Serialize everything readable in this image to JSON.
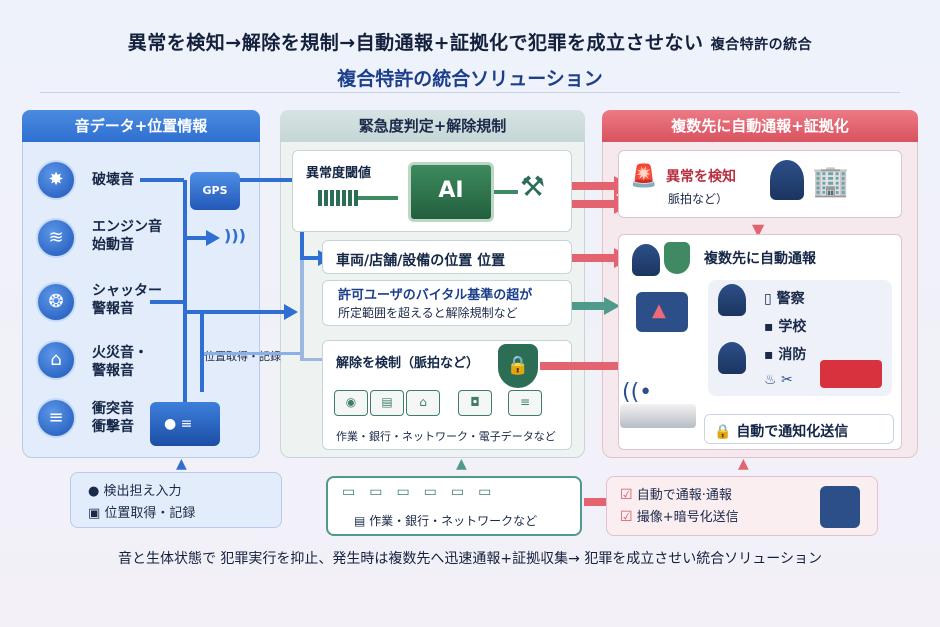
{
  "title_main": "異常を検知→解除を規制→自動通報+証拠化で犯罪を成立させない",
  "title_suffix": "複合特許の統合",
  "subtitle": "複合特許の統合ソリューション",
  "left": {
    "header": "音データ+位置情報",
    "items": [
      {
        "label": "破壊音",
        "icon": "burst-icon"
      },
      {
        "label": "エンジン音\n始動音",
        "icon": "engine-icon"
      },
      {
        "label": "シャッター\n警報音",
        "icon": "shutter-icon"
      },
      {
        "label": "火災音・\n警報音",
        "icon": "fire-alarm-icon"
      },
      {
        "label": "衝突音\n衝撃音",
        "icon": "collision-icon"
      }
    ],
    "gps_label": "GPS",
    "track_label": "位置取得・記録"
  },
  "mid": {
    "header": "緊急度判定+解除規制",
    "threshold_label": "異常度閾値",
    "ai_label": "AI",
    "location_label": "車両/店舗/設備の位置 位置",
    "vital_line1": "許可ユーザのバイタル基準の超が",
    "vital_line2": "所定範囲を超えると解除規制など",
    "release_label": "解除を検制（脈拍など）",
    "targets_label": "作業・銀行・ネットワーク・電子データなど"
  },
  "right": {
    "header": "複数先に自動通報+証拠化",
    "detect_label": "異常を検知",
    "detect_sub": "脈拍など）",
    "multi_label": "複数先に自動通報",
    "police": "警察",
    "school": "学校",
    "fire": "消防",
    "auto_send": "自動で通知化送信"
  },
  "bottom": {
    "left_line1": "検出担え入力",
    "left_line2": "位置取得・記録",
    "mid_label": "作業・銀行・ネットワークなど",
    "right_line1": "自動で通報·通報",
    "right_line2": "撮像+暗号化送信"
  },
  "caption": "音と生体状態で 犯罪実行を抑止、発生時は複数先へ迅速通報+証拠収集→ 犯罪を成立させい統合ソリューション"
}
